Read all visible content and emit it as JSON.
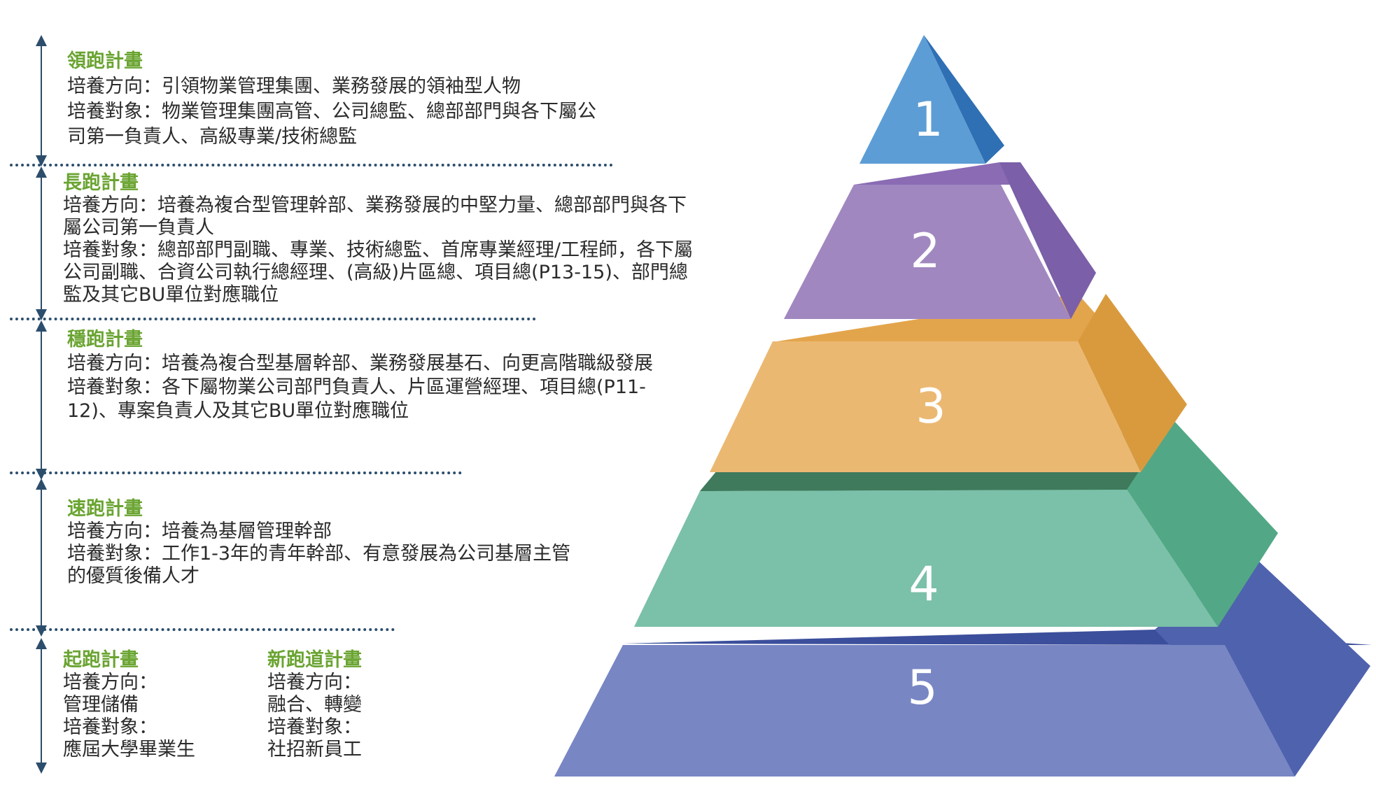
{
  "programs": [
    {
      "title": "領跑計畫",
      "lines": [
        "培養方向：引領物業管理集團、業務發展的領袖型人物",
        "培養對象：物業管理集團高管、公司總監、總部部門與各下屬公",
        "司第一負責人、高級專業/技術總監"
      ]
    },
    {
      "title": "長跑計畫",
      "lines": [
        "培養方向：培養為複合型管理幹部、業務發展的中堅力量、總部部門與各下",
        "屬公司第一負責人",
        "培養對象：總部部門副職、專業、技術總監、首席專業經理/工程師，各下屬",
        "公司副職、合資公司執行總經理、(高級)片區總、項目總(P13-15)、部門總",
        "監及其它BU單位對應職位"
      ]
    },
    {
      "title": "穩跑計畫",
      "lines": [
        "培養方向：培養為複合型基層幹部、業務發展基石、向更高階職級發展",
        "培養對象：各下屬物業公司部門負責人、片區運營經理、項目總(P11-",
        "12)、專案負責人及其它BU單位對應職位"
      ]
    },
    {
      "title": "速跑計畫",
      "lines": [
        "培養方向：培養為基層管理幹部",
        "培養對象：工作1-3年的青年幹部、有意發展為公司基層主管",
        "的優質後備人才"
      ]
    },
    {
      "title": "起跑計畫",
      "lines": [
        "培養方向：",
        "管理儲備",
        "培養對象：",
        "應屆大學畢業生"
      ]
    },
    {
      "title": "新跑道計畫",
      "lines": [
        "培養方向：",
        "融合、轉變",
        "培養對象：",
        "社招新員工"
      ]
    }
  ],
  "pyramid": {
    "tiers": [
      {
        "label": "1",
        "front": "#5c9dd5",
        "side": "#2f6fb3",
        "top": "#8bb9e3"
      },
      {
        "label": "2",
        "front": "#a187c0",
        "side": "#7b5fa8",
        "top": "#8a6bb4"
      },
      {
        "label": "3",
        "front": "#ebb872",
        "side": "#d99a3e",
        "top": "#e3a54c"
      },
      {
        "label": "4",
        "front": "#7bc0a8",
        "side": "#52a886",
        "top": "#3f7a5d"
      },
      {
        "label": "5",
        "front": "#7886c4",
        "side": "#4f62ae",
        "top": "#3c4f9c"
      }
    ]
  }
}
